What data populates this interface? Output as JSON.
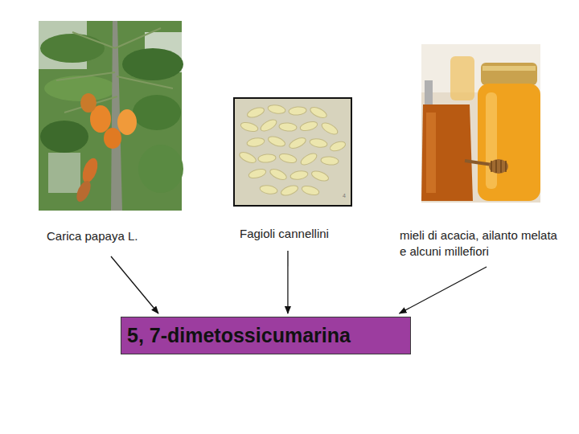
{
  "diagram": {
    "nodes": [
      {
        "text": [
          "Carica papaya L."
        ]
      },
      {
        "text": [
          "Fagioli cannellini"
        ]
      },
      {
        "text": [
          "mieli di acacia, ailanto melata e alcuni millefiori"
        ]
      },
      {
        "text": [
          "5, 7-dimetossicumarina"
        ]
      }
    ],
    "edges": [
      {
        "from": 0,
        "to": 3,
        "arrow": "to"
      },
      {
        "from": 1,
        "to": 3,
        "arrow": "to"
      },
      {
        "from": 2,
        "to": 3,
        "arrow": "to"
      }
    ],
    "labels": [
      "4"
    ]
  }
}
